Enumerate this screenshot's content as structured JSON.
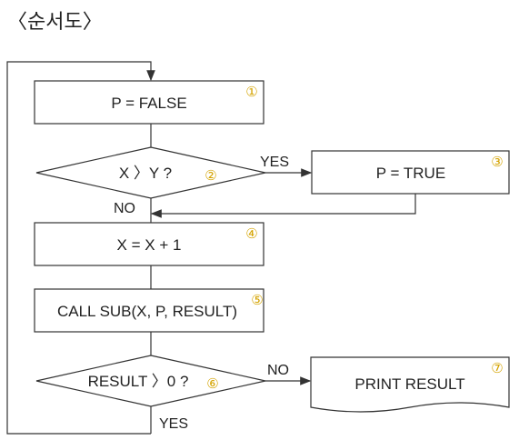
{
  "title": "〈순서도〉",
  "nodes": {
    "n1": {
      "label": "P = FALSE",
      "num": "①"
    },
    "n2": {
      "label": "X 〉Y ?",
      "num": "②"
    },
    "n3": {
      "label": "P = TRUE",
      "num": "③"
    },
    "n4": {
      "label": "X = X + 1",
      "num": "④"
    },
    "n5": {
      "label": "CALL SUB(X, P, RESULT)",
      "num": "⑤"
    },
    "n6": {
      "label": "RESULT 〉0 ?",
      "num": "⑥"
    },
    "n7": {
      "label": "PRINT RESULT",
      "num": "⑦"
    }
  },
  "edges": {
    "yes1": "YES",
    "no1": "NO",
    "no2": "NO",
    "yes2": "YES"
  },
  "colors": {
    "number": "#d4a300",
    "stroke": "#333333"
  }
}
